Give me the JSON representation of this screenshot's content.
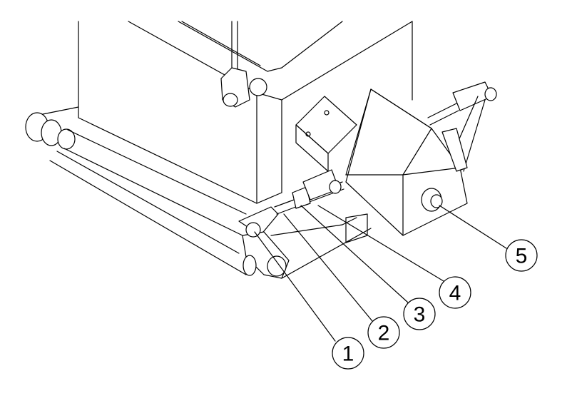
{
  "diagram": {
    "callouts": [
      {
        "label": "1"
      },
      {
        "label": "2"
      },
      {
        "label": "3"
      },
      {
        "label": "4"
      },
      {
        "label": "5"
      }
    ]
  }
}
